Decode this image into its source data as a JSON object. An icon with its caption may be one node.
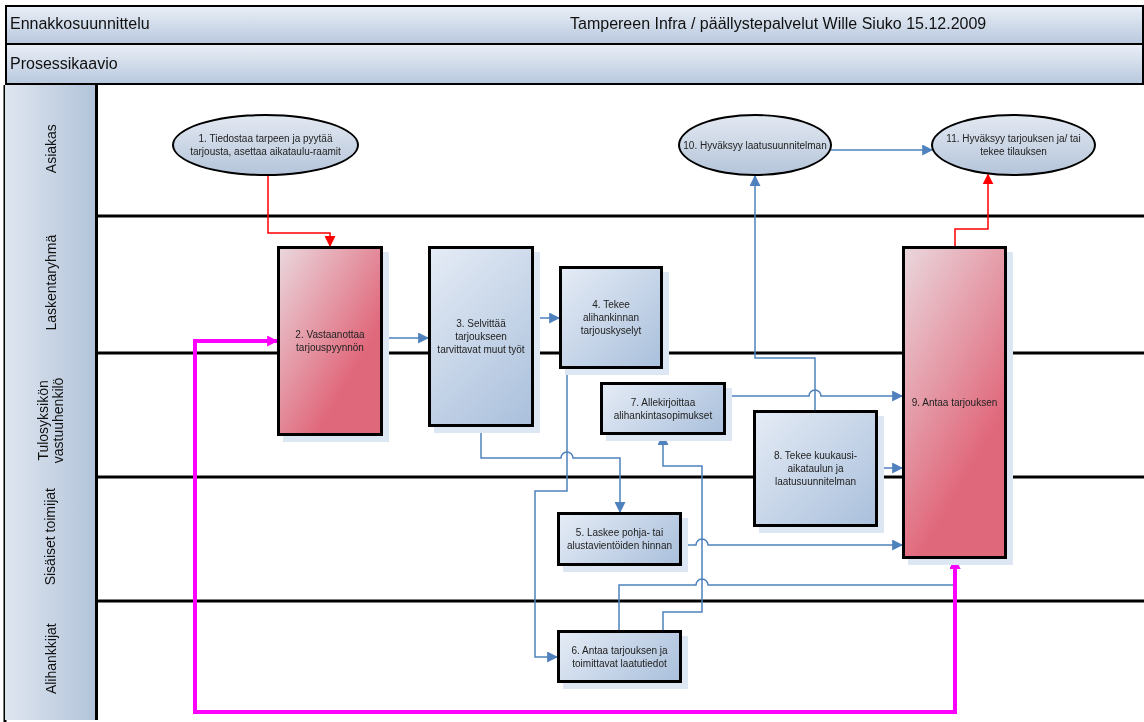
{
  "diagram": {
    "title": "Ennakkosuunnittelu",
    "nodes": [
      {
        "text": [
          "1. Tiedostaa tarpeen ja pyytää tarjousta, asettaa aikataulu-raamit"
        ]
      },
      {
        "text": [
          "10. Hyväksyy laatusuunnitelman"
        ]
      },
      {
        "text": [
          "11. Hyväksyy tarjouksen ja/ tai tekee tilauksen"
        ]
      },
      {
        "text": [
          "2. Vastaanottaa tarjouspyynnön"
        ]
      },
      {
        "text": [
          "3. Selvittää tarjoukseen tarvittavat muut työt"
        ]
      },
      {
        "text": [
          "4. Tekee alihankinnan tarjouskyselyt"
        ]
      },
      {
        "text": [
          "9. Antaa tarjouksen"
        ]
      },
      {
        "text": [
          "7. Allekirjoittaa alihankintasopimukset"
        ]
      },
      {
        "text": [
          "8. Tekee kuukausi-aikataulun ja laatusuunnitelman"
        ]
      },
      {
        "text": [
          "5. Laskee pohja- tai alustavientöiden hinnan"
        ]
      },
      {
        "text": [
          "6. Antaa tarjouksen ja toimittavat laatutiedot"
        ]
      },
      {
        "text": [
          "Asiakas"
        ]
      },
      {
        "text": [
          "Laskentaryhmä"
        ]
      },
      {
        "text": [
          "Tulosyksikön vastuuhenkilö"
        ]
      },
      {
        "text": [
          "Sisäiset toimijat"
        ]
      },
      {
        "text": [
          "Alihankkijat"
        ]
      }
    ],
    "edges": [
      {
        "from": 0,
        "to": 3,
        "arrow": "to",
        "color": "#ff0000"
      },
      {
        "from": 3,
        "to": 4,
        "arrow": "to"
      },
      {
        "from": 4,
        "to": 5,
        "arrow": "to"
      },
      {
        "from": 4,
        "to": 9,
        "arrow": "to"
      },
      {
        "from": 5,
        "to": 10,
        "arrow": "to"
      },
      {
        "from": 1,
        "to": 2,
        "arrow": "to"
      },
      {
        "from": 8,
        "to": 1,
        "arrow": "to"
      },
      {
        "from": 7,
        "to": 6,
        "arrow": "to"
      },
      {
        "from": 8,
        "to": 6,
        "arrow": "to"
      },
      {
        "from": 9,
        "to": 6,
        "arrow": "to"
      },
      {
        "from": 10,
        "to": 7,
        "arrow": "to"
      },
      {
        "from": 10,
        "to": 6,
        "arrow": "to"
      },
      {
        "from": 6,
        "to": 3,
        "arrow": "both",
        "color": "#ff00ff",
        "style": "thick"
      },
      {
        "from": 6,
        "to": 2,
        "arrow": "to",
        "color": "#ff0000"
      }
    ],
    "labels": [
      "Tampereen Infra / päällystepalvelut Wille Siuko 15.12.2009",
      "Prosessikaavio"
    ]
  }
}
